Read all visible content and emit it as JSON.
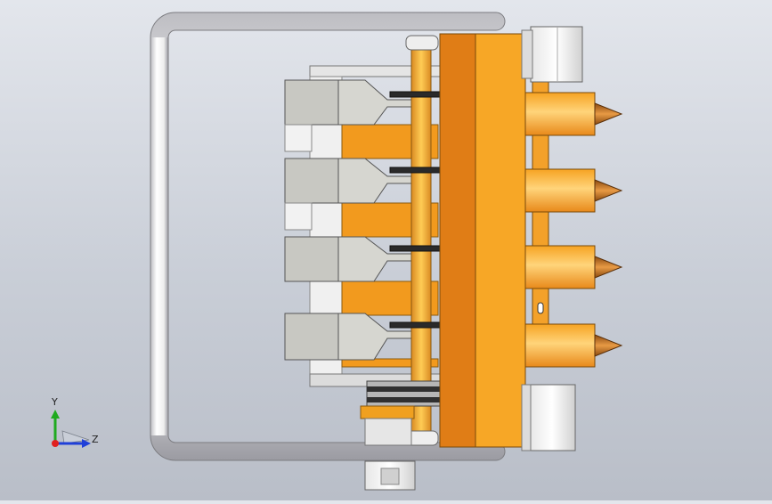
{
  "viewport": {
    "triad": {
      "y_label": "Y",
      "z_label": "Z",
      "colors": {
        "y": "#1faa1f",
        "z": "#1f3fd8",
        "x": "#e02020"
      }
    },
    "colors": {
      "background_top": "#e3e6ec",
      "background_bottom": "#b9bec8",
      "frame": "#f2f2f2",
      "frame_edge": "#7c7c80",
      "plate_dark": "#e07d16",
      "plate_light": "#f7a726",
      "blade": "#d8d8d2",
      "cone": "#c0751c",
      "shaft": "#e59a22",
      "motor": "#f4f4f4"
    },
    "blade_rows": 4
  }
}
